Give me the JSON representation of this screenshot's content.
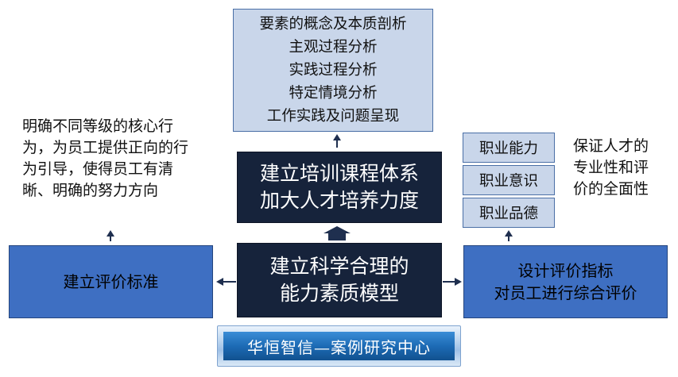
{
  "top_box": {
    "lines": [
      "要素的概念及本质剖析",
      "主观过程分析",
      "实践过程分析",
      "特定情境分析",
      "工作实践及问题呈现"
    ]
  },
  "train_box": {
    "lines": [
      "建立培训课程体系",
      "加大人才培养力度"
    ]
  },
  "model_box": {
    "lines": [
      "建立科学合理的",
      "能力素质模型"
    ]
  },
  "standard_box": {
    "label": "建立评价标准"
  },
  "design_box": {
    "lines": [
      "设计评价指标",
      "对员工进行综合评价"
    ]
  },
  "competencies": [
    "职业能力",
    "职业意识",
    "职业品德"
  ],
  "left_note": "明确不同等级的核心行为，为员工提供正向的行为引导，使得员工有清晰、明确的努力方向",
  "right_note": "保证人才的专业性和评价的全面性",
  "banner": {
    "label": "华恒智信—案例研究中心"
  },
  "colors": {
    "light_box": "#c9d6ea",
    "dark_box": "#16233b",
    "blue_box": "#3e6fc2",
    "arrow": "#1f2f4f"
  }
}
